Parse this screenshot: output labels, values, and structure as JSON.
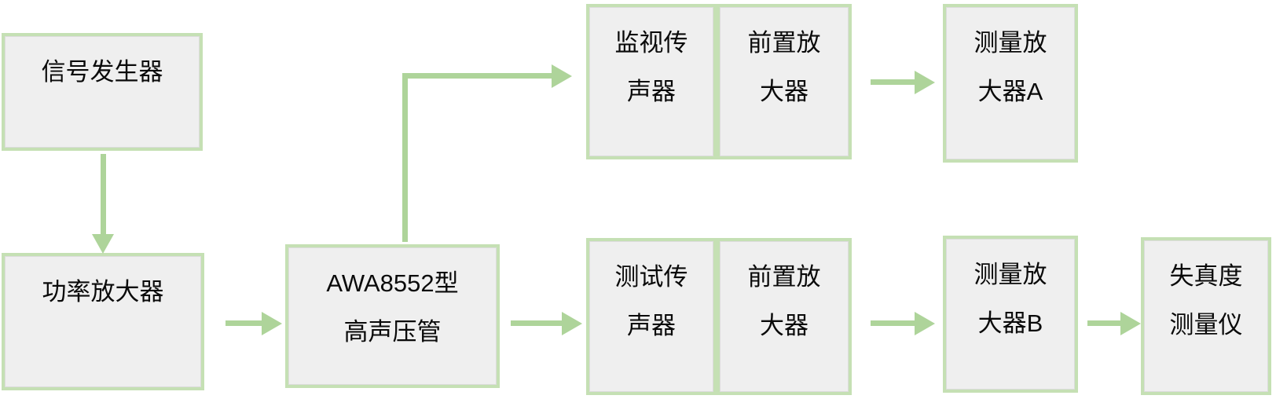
{
  "diagram": {
    "description": "Acoustic distortion measurement system block diagram",
    "colors": {
      "background": "#ffffff",
      "box_fill": "#efefef",
      "box_border": "#c5e0b4",
      "arrow": "#aed49a",
      "text": "#0a0a0a"
    },
    "nodes": [
      {
        "id": "signal-generator",
        "label": "信号发生器"
      },
      {
        "id": "power-amplifier",
        "label": "功率放大器"
      },
      {
        "id": "awa8552-tube",
        "label": "AWA8552型\n高声压管"
      },
      {
        "id": "monitor-microphone",
        "label": "监视传\n声器"
      },
      {
        "id": "preamplifier-top",
        "label": "前置放\n大器"
      },
      {
        "id": "measuring-amplifier-a",
        "label": "测量放\n大器A"
      },
      {
        "id": "test-microphone",
        "label": "测试传\n声器"
      },
      {
        "id": "preamplifier-bottom",
        "label": "前置放\n大器"
      },
      {
        "id": "measuring-amplifier-b",
        "label": "测量放\n大器B"
      },
      {
        "id": "distortion-meter",
        "label": "失真度\n测量仪"
      }
    ],
    "edges": [
      {
        "from": "signal-generator",
        "to": "power-amplifier"
      },
      {
        "from": "power-amplifier",
        "to": "awa8552-tube"
      },
      {
        "from": "awa8552-tube",
        "to": "monitor-microphone"
      },
      {
        "from": "awa8552-tube",
        "to": "test-microphone"
      },
      {
        "from": "preamplifier-top",
        "to": "measuring-amplifier-a"
      },
      {
        "from": "preamplifier-bottom",
        "to": "measuring-amplifier-b"
      },
      {
        "from": "measuring-amplifier-b",
        "to": "distortion-meter"
      }
    ]
  }
}
